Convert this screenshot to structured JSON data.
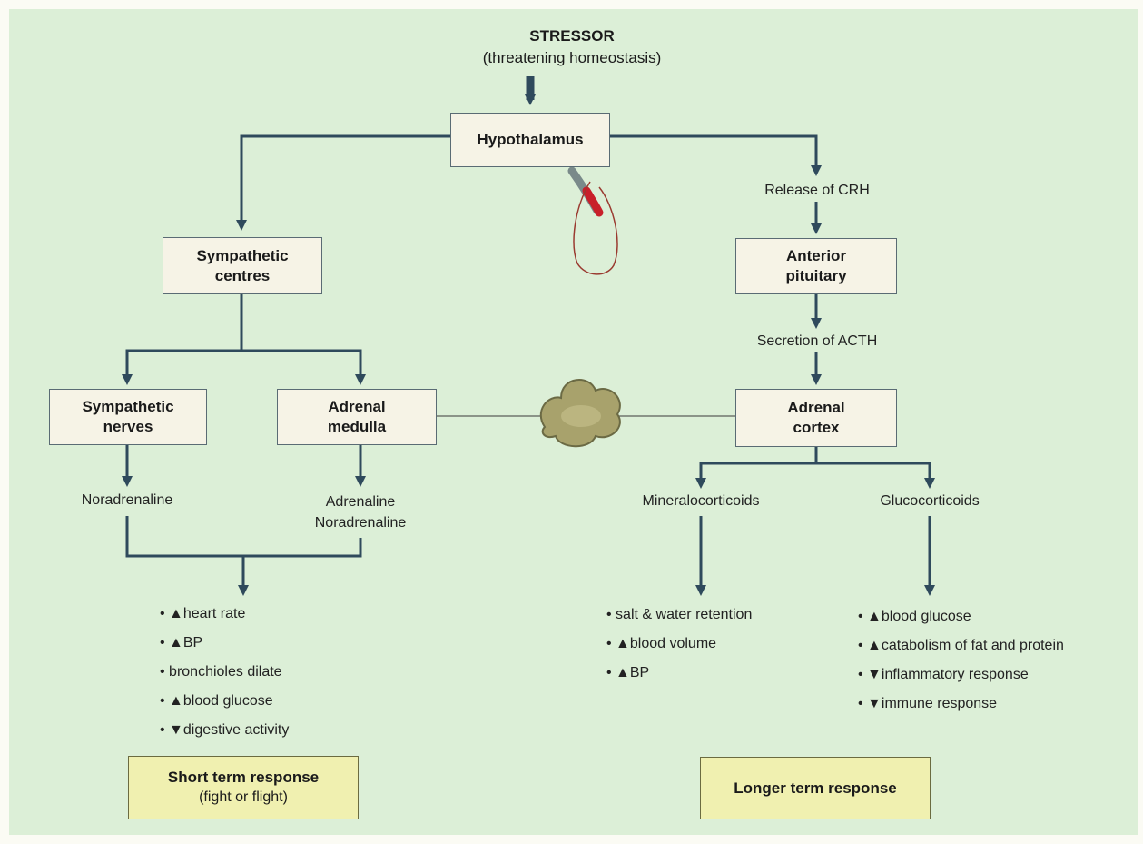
{
  "stressor": {
    "title": "STRESSOR",
    "subtitle": "(threatening homeostasis)"
  },
  "boxes": {
    "hypothalamus": "Hypothalamus",
    "sympathetic_centres": [
      "Sympathetic",
      "centres"
    ],
    "sympathetic_nerves": [
      "Sympathetic",
      "nerves"
    ],
    "adrenal_medulla": [
      "Adrenal",
      "medulla"
    ],
    "anterior_pituitary": [
      "Anterior",
      "pituitary"
    ],
    "adrenal_cortex": [
      "Adrenal",
      "cortex"
    ]
  },
  "labels": {
    "crh": "Release of CRH",
    "acth": "Secretion of ACTH",
    "noradrenaline": "Noradrenaline",
    "adrenaline_noradrenaline": [
      "Adrenaline",
      "Noradrenaline"
    ],
    "mineralocorticoids": "Mineralocorticoids",
    "glucocorticoids": "Glucocorticoids"
  },
  "effects": {
    "short_term": [
      "• ▲heart rate",
      "• ▲BP",
      "•  bronchioles dilate",
      "• ▲blood glucose",
      "• ▼digestive activity"
    ],
    "mineralocorticoid": [
      "•  salt & water retention",
      "• ▲blood volume",
      "• ▲BP"
    ],
    "glucocorticoid": [
      "• ▲blood glucose",
      "• ▲catabolism of fat and protein",
      "• ▼inflammatory response",
      "• ▼immune response"
    ]
  },
  "responses": {
    "short": {
      "title": "Short term response",
      "subtitle": "(fight or flight)"
    },
    "long": {
      "title": "Longer term response"
    }
  },
  "colors": {
    "panel": "#dcefd7",
    "arrow": "#2f4a5c",
    "box": "#f6f3e6",
    "response_box": "#f0f0b0"
  }
}
